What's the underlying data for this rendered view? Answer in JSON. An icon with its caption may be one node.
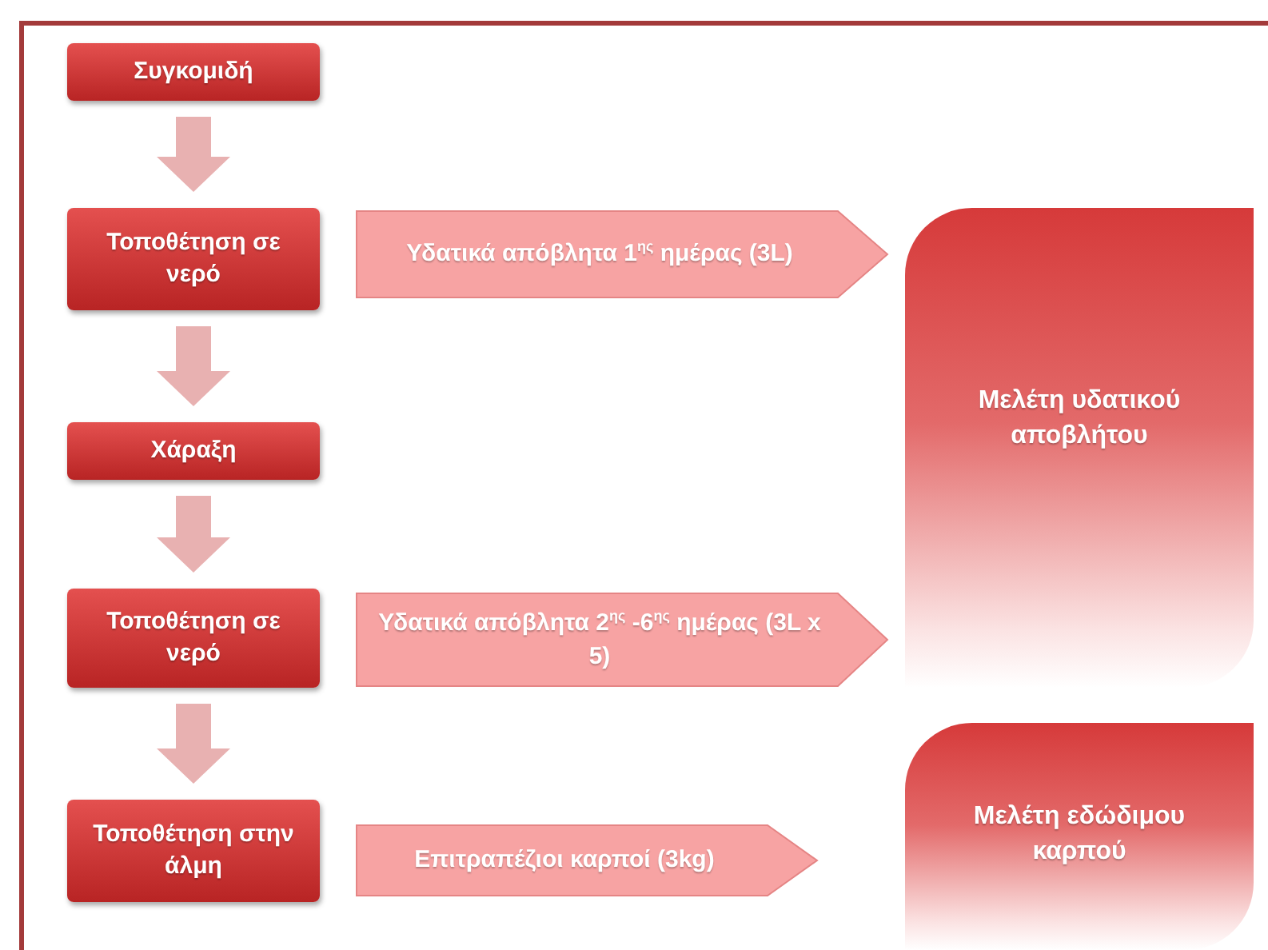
{
  "diagram": {
    "nodes": [
      {
        "text": [
          "Συγκομιδή"
        ]
      },
      {
        "text": [
          "Τοποθέτηση σε νερό"
        ]
      },
      {
        "text": [
          "Χάραξη"
        ]
      },
      {
        "text": [
          "Τοποθέτηση σε νερό"
        ]
      },
      {
        "text": [
          "Τοποθέτηση στην άλμη"
        ]
      },
      {
        "text": [
          "Υδατικά απόβλητα 1$^{ης}$ ημέρας (3L)"
        ]
      },
      {
        "text": [
          "Υδατικά απόβλητα 2$^{ης}$ -6$^{ης}$ ημέρας (3L x 5)"
        ]
      },
      {
        "text": [
          "Επιτραπέζιοι καρποί (3kg)"
        ]
      },
      {
        "text": [
          "Μελέτη υδατικού αποβλήτου"
        ]
      },
      {
        "text": [
          "Μελέτη εδώδιμου καρπού"
        ]
      }
    ],
    "edges": [
      {
        "from": 0,
        "to": 1,
        "arrow": "to"
      },
      {
        "from": 1,
        "to": 2,
        "arrow": "to"
      },
      {
        "from": 2,
        "to": 3,
        "arrow": "to"
      },
      {
        "from": 3,
        "to": 4,
        "arrow": "to"
      }
    ]
  }
}
